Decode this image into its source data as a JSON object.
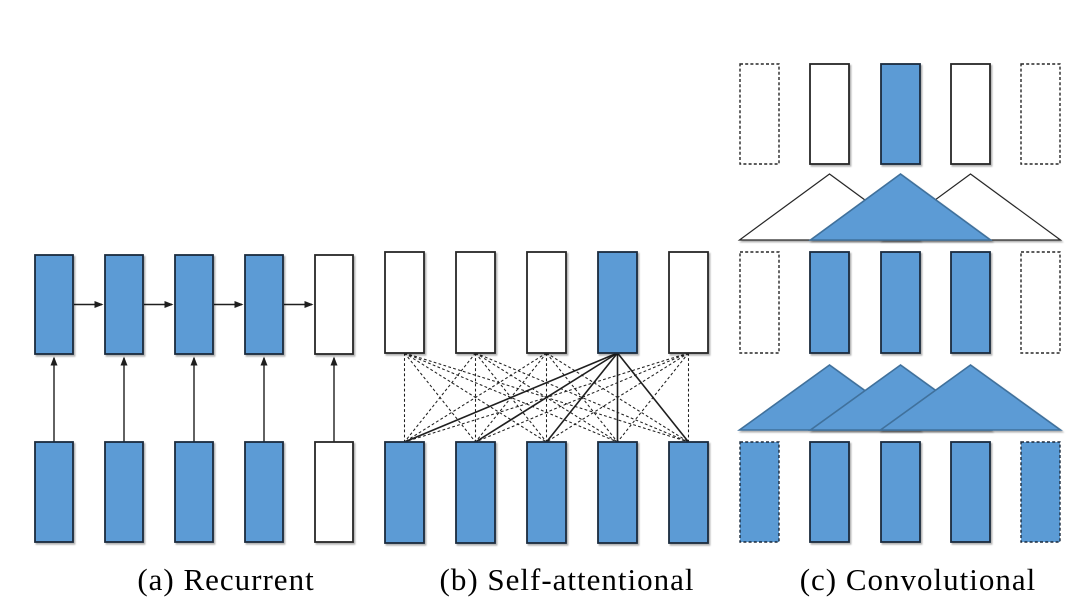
{
  "figure": {
    "background": "#ffffff",
    "colors": {
      "cell_fill": "#5b9bd5",
      "cell_stroke_filled": "#1b2a3d",
      "cell_stroke_empty": "#262626",
      "triangle_fill": "#5b9bd5",
      "triangle_stroke": "#41719c",
      "connector": "#1f1f1f"
    },
    "panels": [
      {
        "key": "recurrent",
        "caption": "(a) Recurrent",
        "rows": {
          "outputs": [
            "filled",
            "filled",
            "filled",
            "filled",
            "empty"
          ],
          "inputs": [
            "filled",
            "filled",
            "filled",
            "filled",
            "empty"
          ]
        },
        "connections": {
          "vertical_input_arrows": 5,
          "horizontal_state_arrows": 4
        }
      },
      {
        "key": "self-attentional",
        "caption": "(b) Self-attentional",
        "rows": {
          "outputs": [
            "empty",
            "empty",
            "empty",
            "filled",
            "empty"
          ],
          "inputs": [
            "filled",
            "filled",
            "filled",
            "filled",
            "filled"
          ]
        },
        "connections": {
          "all_to_all": true,
          "solid_from_output_index": 3
        }
      },
      {
        "key": "convolutional",
        "caption": "(c) Convolutional",
        "rows": {
          "outputs": [
            "dashed-empty",
            "empty",
            "filled",
            "empty",
            "dashed-empty"
          ],
          "hidden": [
            "dashed-empty",
            "filled",
            "filled",
            "filled",
            "dashed-empty"
          ],
          "inputs": [
            "dashed-filled",
            "filled",
            "filled",
            "filled",
            "dashed-filled"
          ]
        },
        "upper_windows": [
          {
            "apex_col": 1,
            "state": "empty"
          },
          {
            "apex_col": 3,
            "state": "empty"
          },
          {
            "apex_col": 2,
            "state": "filled"
          }
        ],
        "lower_windows": [
          {
            "apex_col": 1,
            "state": "filled"
          },
          {
            "apex_col": 2,
            "state": "filled"
          },
          {
            "apex_col": 3,
            "state": "filled"
          }
        ]
      }
    ]
  }
}
